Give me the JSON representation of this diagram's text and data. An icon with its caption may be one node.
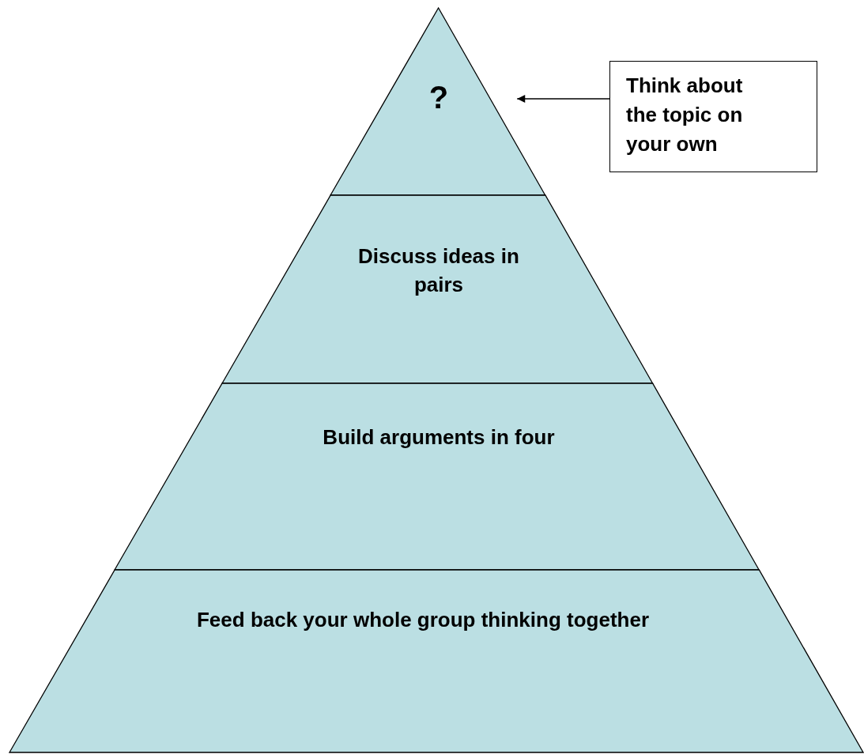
{
  "diagram": {
    "nodes": [
      {
        "text": [
          "?"
        ]
      },
      {
        "text": [
          "Discuss ideas in pairs"
        ]
      },
      {
        "text": [
          "Build arguments in four"
        ]
      },
      {
        "text": [
          "Feed back your whole group thinking together"
        ]
      },
      {
        "text": [
          "Think about the topic on your own"
        ]
      }
    ],
    "edges": [
      {
        "from": 4,
        "to": 0,
        "arrow": "to"
      }
    ]
  }
}
